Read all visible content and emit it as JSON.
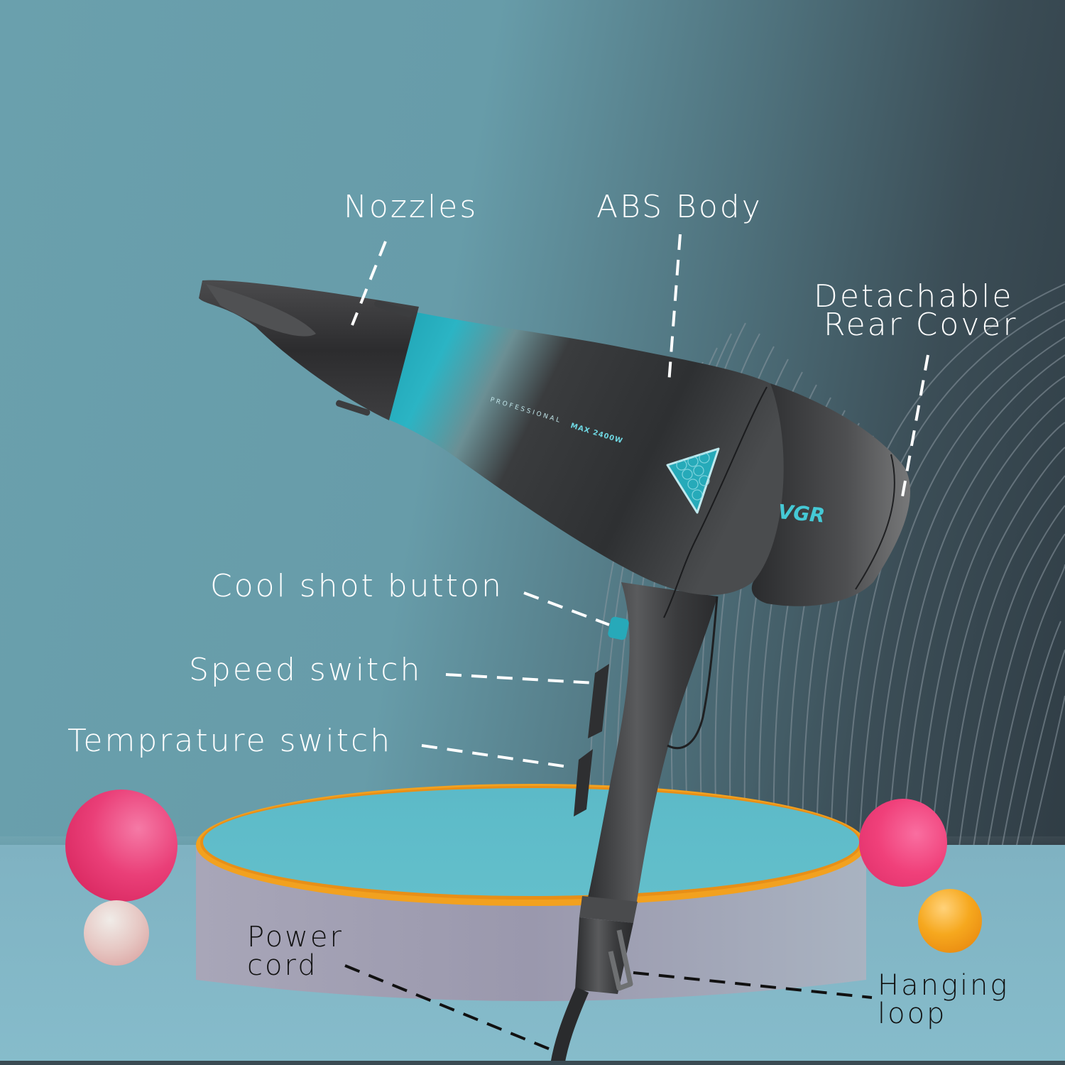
{
  "product": {
    "brand_logo": "VGR",
    "body_text_line1": "PROFESSIONAL",
    "body_text_line2": "MAX 2400W"
  },
  "callouts": [
    {
      "id": "nozzles",
      "label": "Nozzles"
    },
    {
      "id": "abs-body",
      "label": "ABS Body"
    },
    {
      "id": "rear-cover",
      "label_line1": "Detachable",
      "label_line2": "Rear Cover"
    },
    {
      "id": "cool-shot",
      "label": "Cool shot button"
    },
    {
      "id": "speed-switch",
      "label": "Speed switch"
    },
    {
      "id": "temp-switch",
      "label": "Temprature switch"
    },
    {
      "id": "power-cord",
      "label_line1": "Power",
      "label_line2": "cord"
    },
    {
      "id": "hanging-loop",
      "label_line1": "Hanging",
      "label_line2": "loop"
    }
  ],
  "colors": {
    "accent_teal": "#2bb4c4",
    "body_dark": "#2f3133",
    "podium_top": "#5fbcc8",
    "podium_rim": "#f2a11f",
    "sphere_pink": "#ec3f79",
    "sphere_orange": "#f3a019"
  }
}
